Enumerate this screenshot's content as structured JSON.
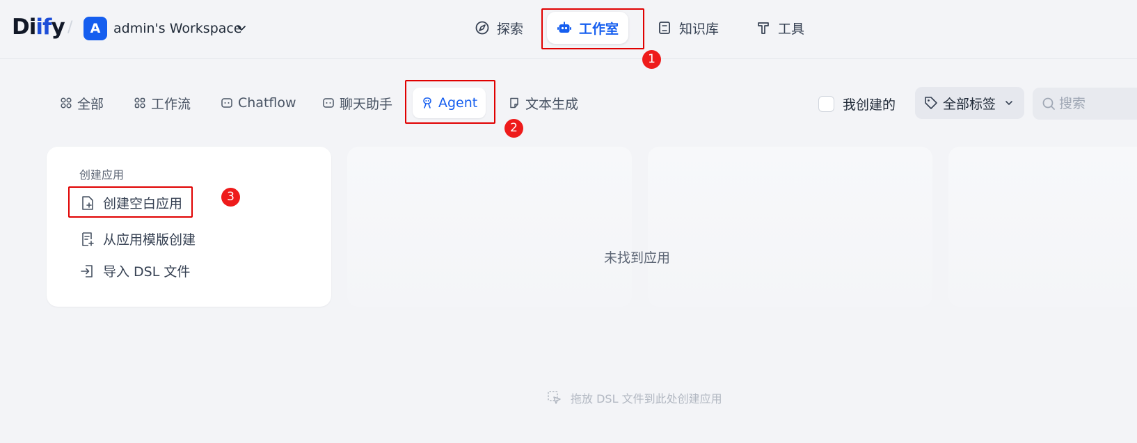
{
  "header": {
    "logo_main": "Di",
    "logo_accent": "if",
    "logo_end": "y",
    "workspace_initial": "A",
    "workspace_name": "admin's Workspace",
    "nav": [
      {
        "label": "探索",
        "icon": "compass-icon"
      },
      {
        "label": "工作室",
        "icon": "robot-icon",
        "active": true
      },
      {
        "label": "知识库",
        "icon": "book-icon"
      },
      {
        "label": "工具",
        "icon": "hammer-icon"
      }
    ]
  },
  "filters": {
    "tabs": [
      {
        "label": "全部",
        "icon": "grid-icon"
      },
      {
        "label": "工作流",
        "icon": "workflow-icon"
      },
      {
        "label": "Chatflow",
        "icon": "chat-bubble-icon"
      },
      {
        "label": "聊天助手",
        "icon": "chat-bubble-icon"
      },
      {
        "label": "Agent",
        "icon": "agent-icon",
        "active": true
      },
      {
        "label": "文本生成",
        "icon": "document-icon"
      }
    ],
    "created_by_me": "我创建的",
    "tag_select": "全部标签",
    "search_placeholder": "搜索"
  },
  "create_card": {
    "title": "创建应用",
    "items": [
      "创建空白应用",
      "从应用模版创建",
      "导入 DSL 文件"
    ]
  },
  "empty_text": "未找到应用",
  "drop_hint": "拖放 DSL 文件到此处创建应用",
  "callouts": [
    "1",
    "2",
    "3"
  ],
  "colors": {
    "accent": "#155eef",
    "callout": "#e00000",
    "badge": "#ee1b1b"
  }
}
